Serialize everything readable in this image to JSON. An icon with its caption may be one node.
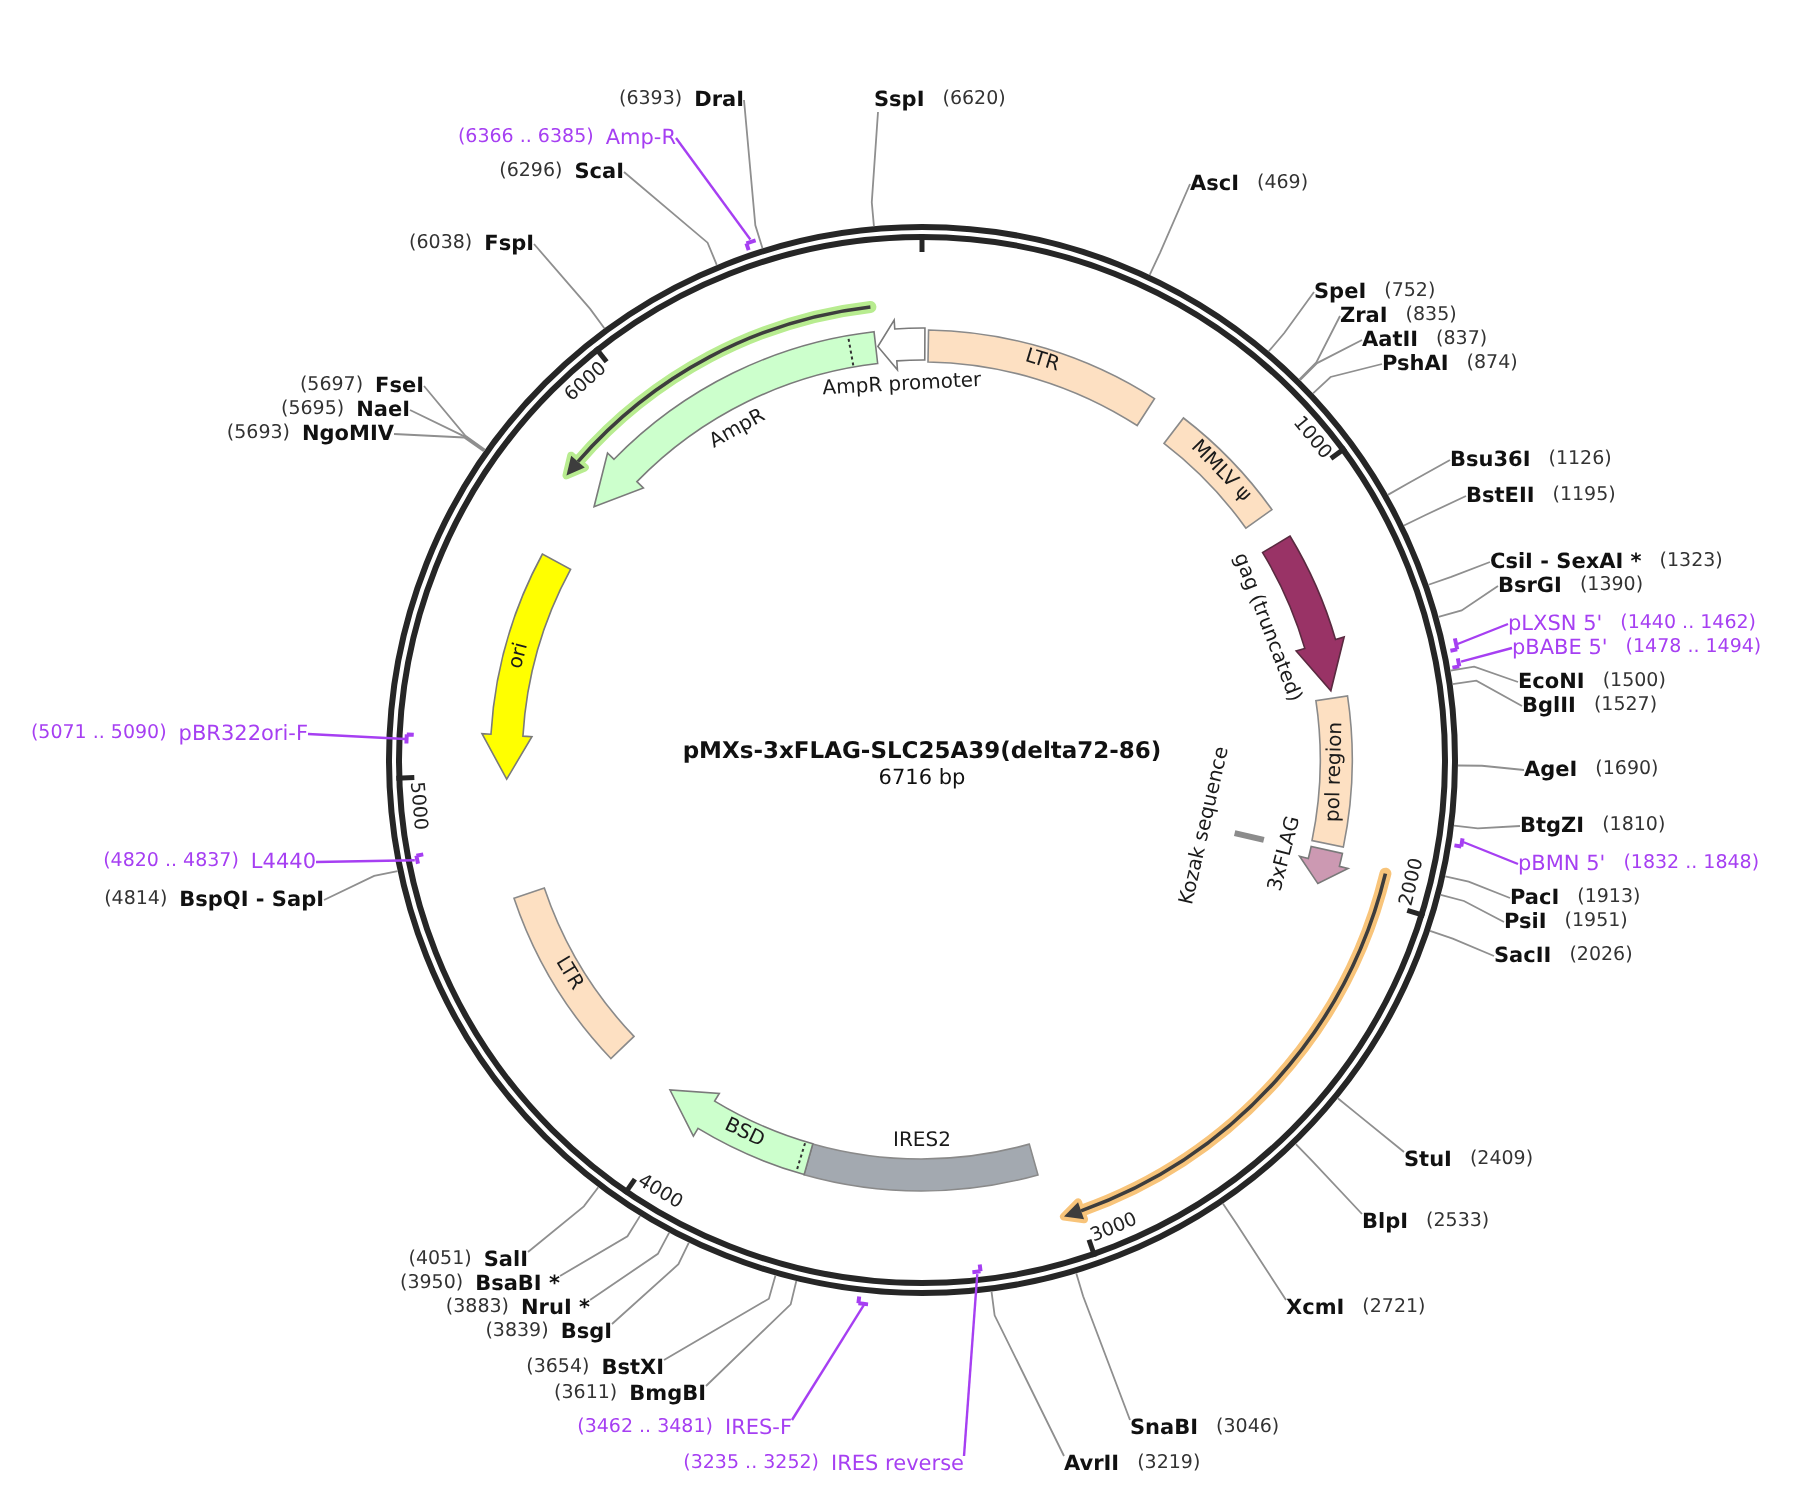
{
  "diagram": {
    "nodes": [
      {
        "text": [
          "pMXs-3xFLAG-SLC25A39(delta72-86)",
          "6716 bp"
        ]
      },
      {
        "text": [
          "LTR"
        ],
        "in": 0
      },
      {
        "text": [
          "MMLV ψ"
        ],
        "in": 0
      },
      {
        "text": [
          "gag (truncated)"
        ],
        "in": 0
      },
      {
        "text": [
          "pol region"
        ],
        "in": 0
      },
      {
        "text": [
          "3xFLAG"
        ],
        "in": 0
      },
      {
        "text": [
          "Kozak sequence"
        ],
        "in": 0
      },
      {
        "text": [],
        "shape": "arrow",
        "in": 0
      },
      {
        "text": [
          "IRES2"
        ],
        "in": 0
      },
      {
        "text": [
          "BSD"
        ],
        "in": 0
      },
      {
        "text": [
          "LTR"
        ],
        "in": 0
      },
      {
        "text": [
          "ori"
        ],
        "in": 0
      },
      {
        "text": [
          "AmpR"
        ],
        "in": 0
      },
      {
        "text": [
          "AmpR promoter"
        ],
        "in": 0
      },
      {
        "text": [
          "SspI",
          "(6620)"
        ]
      },
      {
        "text": [
          "AscI",
          "(469)"
        ]
      },
      {
        "text": [
          "SpeI",
          "(752)"
        ]
      },
      {
        "text": [
          "ZraI",
          "(835)"
        ]
      },
      {
        "text": [
          "AatII",
          "(837)"
        ]
      },
      {
        "text": [
          "PshAI",
          "(874)"
        ]
      },
      {
        "text": [
          "Bsu36I",
          "(1126)"
        ]
      },
      {
        "text": [
          "BstEII",
          "(1195)"
        ]
      },
      {
        "text": [
          "CsiI - SexAI *",
          "(1323)"
        ]
      },
      {
        "text": [
          "BsrGI",
          "(1390)"
        ]
      },
      {
        "text": [
          "pLXSN 5'",
          "(1440 .. 1462)"
        ]
      },
      {
        "text": [
          "pBABE 5'",
          "(1478 .. 1494)"
        ]
      },
      {
        "text": [
          "EcoNI",
          "(1500)"
        ]
      },
      {
        "text": [
          "BglII",
          "(1527)"
        ]
      },
      {
        "text": [
          "AgeI",
          "(1690)"
        ]
      },
      {
        "text": [
          "BtgZI",
          "(1810)"
        ]
      },
      {
        "text": [
          "pBMN 5'",
          "(1832 .. 1848)"
        ]
      },
      {
        "text": [
          "PacI",
          "(1913)"
        ]
      },
      {
        "text": [
          "PsiI",
          "(1951)"
        ]
      },
      {
        "text": [
          "SacII",
          "(2026)"
        ]
      },
      {
        "text": [
          "StuI",
          "(2409)"
        ]
      },
      {
        "text": [
          "BlpI",
          "(2533)"
        ]
      },
      {
        "text": [
          "XcmI",
          "(2721)"
        ]
      },
      {
        "text": [
          "SnaBI",
          "(3046)"
        ]
      },
      {
        "text": [
          "AvrII",
          "(3219)"
        ]
      },
      {
        "text": [
          "(3235 .. 3252)",
          "IRES reverse"
        ]
      },
      {
        "text": [
          "(3462 .. 3481)",
          "IRES-F"
        ]
      },
      {
        "text": [
          "(3611)",
          "BmgBI"
        ]
      },
      {
        "text": [
          "(3654)",
          "BstXI"
        ]
      },
      {
        "text": [
          "(3839)",
          "BsgI"
        ]
      },
      {
        "text": [
          "(3883)",
          "NruI *"
        ]
      },
      {
        "text": [
          "(3950)",
          "BsaBI *"
        ]
      },
      {
        "text": [
          "(4051)",
          "SalI"
        ]
      },
      {
        "text": [
          "(4814)",
          "BspQI - SapI"
        ]
      },
      {
        "text": [
          "(4820 .. 4837)",
          "L4440"
        ]
      },
      {
        "text": [
          "(5071 .. 5090)",
          "pBR322ori-F"
        ]
      },
      {
        "text": [
          "(5693)",
          "NgoMIV"
        ]
      },
      {
        "text": [
          "(5695)",
          "NaeI"
        ]
      },
      {
        "text": [
          "(5697)",
          "FseI"
        ]
      },
      {
        "text": [
          "(6038)",
          "FspI"
        ]
      },
      {
        "text": [
          "(6296)",
          "ScaI"
        ]
      },
      {
        "text": [
          "(6366 .. 6385)",
          "Amp-R"
        ]
      },
      {
        "text": [
          "(6393)",
          "DraI"
        ]
      },
      {
        "text": [],
        "shape": "bar"
      },
      {
        "text": [],
        "shape": "bar"
      },
      {
        "text": [],
        "shape": "bar"
      },
      {
        "text": [],
        "shape": "bar",
        "in": 0
      },
      {
        "text": [],
        "shape": "bar"
      },
      {
        "text": [],
        "shape": "bar",
        "in": 0
      },
      {
        "text": [],
        "shape": "bar",
        "in": 0
      },
      {
        "text": [],
        "shape": "bar"
      }
    ],
    "edges": [
      {
        "from": 14,
        "to": 0,
        "arrow": "none"
      },
      {
        "from": 15,
        "to": 0,
        "arrow": "none"
      },
      {
        "from": 16,
        "to": 0,
        "arrow": "none"
      },
      {
        "from": 17,
        "to": 0,
        "arrow": "none"
      },
      {
        "from": 18,
        "to": 0,
        "arrow": "none"
      },
      {
        "from": 19,
        "to": 0,
        "arrow": "none"
      },
      {
        "from": 20,
        "to": 0,
        "arrow": "none"
      },
      {
        "from": 21,
        "to": 0,
        "arrow": "none"
      },
      {
        "from": 22,
        "to": 0,
        "arrow": "none"
      },
      {
        "from": 23,
        "to": 0,
        "arrow": "none"
      },
      {
        "from": 24,
        "to": 57,
        "arrow": "none",
        "color": "#a63ff2"
      },
      {
        "from": 25,
        "to": 58,
        "arrow": "none",
        "color": "#a63ff2"
      },
      {
        "from": 26,
        "to": 0,
        "arrow": "none"
      },
      {
        "from": 27,
        "to": 0,
        "arrow": "none"
      },
      {
        "from": 28,
        "to": 0,
        "arrow": "none"
      },
      {
        "from": 29,
        "to": 0,
        "arrow": "none"
      },
      {
        "from": 30,
        "to": 59,
        "arrow": "none",
        "color": "#a63ff2"
      },
      {
        "from": 31,
        "to": 0,
        "arrow": "none"
      },
      {
        "from": 32,
        "to": 0,
        "arrow": "none"
      },
      {
        "from": 33,
        "to": 0,
        "arrow": "none"
      },
      {
        "from": 34,
        "to": 0,
        "arrow": "none"
      },
      {
        "from": 35,
        "to": 0,
        "arrow": "none"
      },
      {
        "from": 36,
        "to": 0,
        "arrow": "none"
      },
      {
        "from": 37,
        "to": 0,
        "arrow": "none"
      },
      {
        "from": 38,
        "to": 0,
        "arrow": "none"
      },
      {
        "from": 39,
        "to": 60,
        "arrow": "none",
        "color": "#a63ff2"
      },
      {
        "from": 40,
        "to": 61,
        "arrow": "none",
        "color": "#a63ff2"
      },
      {
        "from": 41,
        "to": 0,
        "arrow": "none"
      },
      {
        "from": 42,
        "to": 0,
        "arrow": "none"
      },
      {
        "from": 43,
        "to": 0,
        "arrow": "none"
      },
      {
        "from": 44,
        "to": 0,
        "arrow": "none"
      },
      {
        "from": 45,
        "to": 0,
        "arrow": "none"
      },
      {
        "from": 46,
        "to": 0,
        "arrow": "none"
      },
      {
        "from": 47,
        "to": 0,
        "arrow": "none"
      },
      {
        "from": 48,
        "to": 62,
        "arrow": "none",
        "color": "#a63ff2"
      },
      {
        "from": 49,
        "to": 63,
        "arrow": "none",
        "color": "#a63ff2"
      },
      {
        "from": 50,
        "to": 0,
        "arrow": "none"
      },
      {
        "from": 51,
        "to": 0,
        "arrow": "none"
      },
      {
        "from": 52,
        "to": 0,
        "arrow": "none"
      },
      {
        "from": 53,
        "to": 0,
        "arrow": "none"
      },
      {
        "from": 54,
        "to": 0,
        "arrow": "none"
      },
      {
        "from": 55,
        "to": 64,
        "arrow": "none",
        "color": "#a63ff2"
      },
      {
        "from": 56,
        "to": 0,
        "arrow": "none"
      }
    ],
    "labels": [
      "1000",
      "2000",
      "3000",
      "4000",
      "5000",
      "6000"
    ]
  }
}
